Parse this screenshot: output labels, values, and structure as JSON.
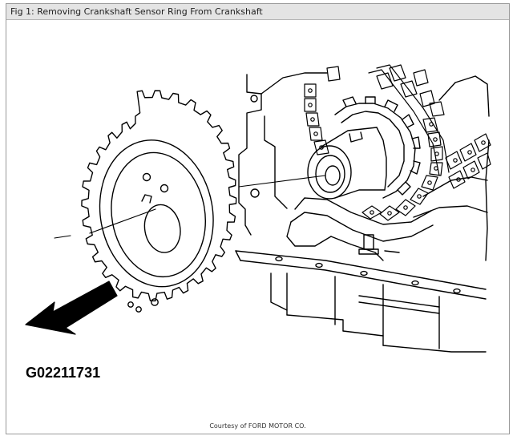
{
  "window": {
    "title": "Fig 1: Removing Crankshaft Sensor Ring From Crankshaft"
  },
  "figure": {
    "code": "G02211731",
    "credit": "Courtesy of FORD MOTOR CO.",
    "components": {
      "sensor_ring": "crankshaft-sensor-ring",
      "crankshaft_nose": "crankshaft-nose",
      "timing_chain": "timing-chain",
      "engine_block": "engine-block"
    }
  }
}
